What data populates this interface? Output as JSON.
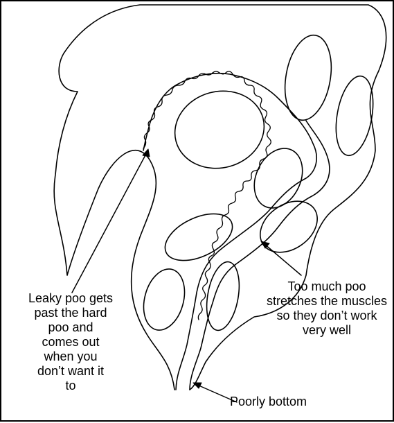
{
  "labels": {
    "leaky": "Leaky poo gets\npast the hard\npoo and\ncomes out\nwhen you\ndon’t want it\nto",
    "stretch": "Too much poo\nstretches the muscles\nso they don’t work\nvery well",
    "bottom": "Poorly bottom"
  },
  "colors": {
    "line": "#000000",
    "background": "#ffffff"
  }
}
